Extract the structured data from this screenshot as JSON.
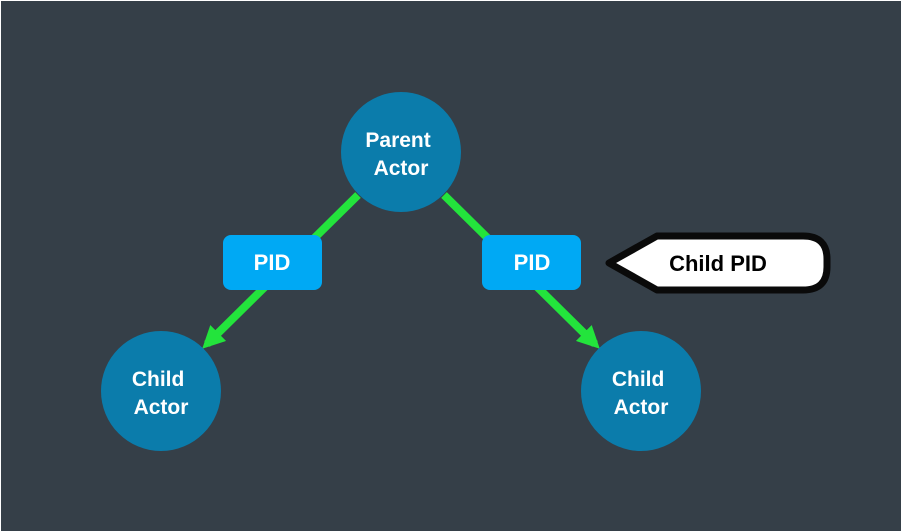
{
  "colors": {
    "background": "#353f48",
    "border": "#ffffff",
    "actor_fill": "#0b7cab",
    "pid_fill": "#00a9f4",
    "arrow_green": "#23e43c",
    "callout_fill": "#ffffff",
    "callout_border": "#0a0a0a",
    "label_text": "#ffffff",
    "callout_text": "#000000"
  },
  "nodes": {
    "parent_actor": {
      "lines": [
        "Parent",
        "Actor"
      ]
    },
    "left_pid": {
      "label": "PID"
    },
    "right_pid": {
      "label": "PID"
    },
    "left_child_actor": {
      "lines": [
        "Child",
        "Actor"
      ]
    },
    "right_child_actor": {
      "lines": [
        "Child",
        "Actor"
      ]
    }
  },
  "callout": {
    "label": "Child PID"
  }
}
